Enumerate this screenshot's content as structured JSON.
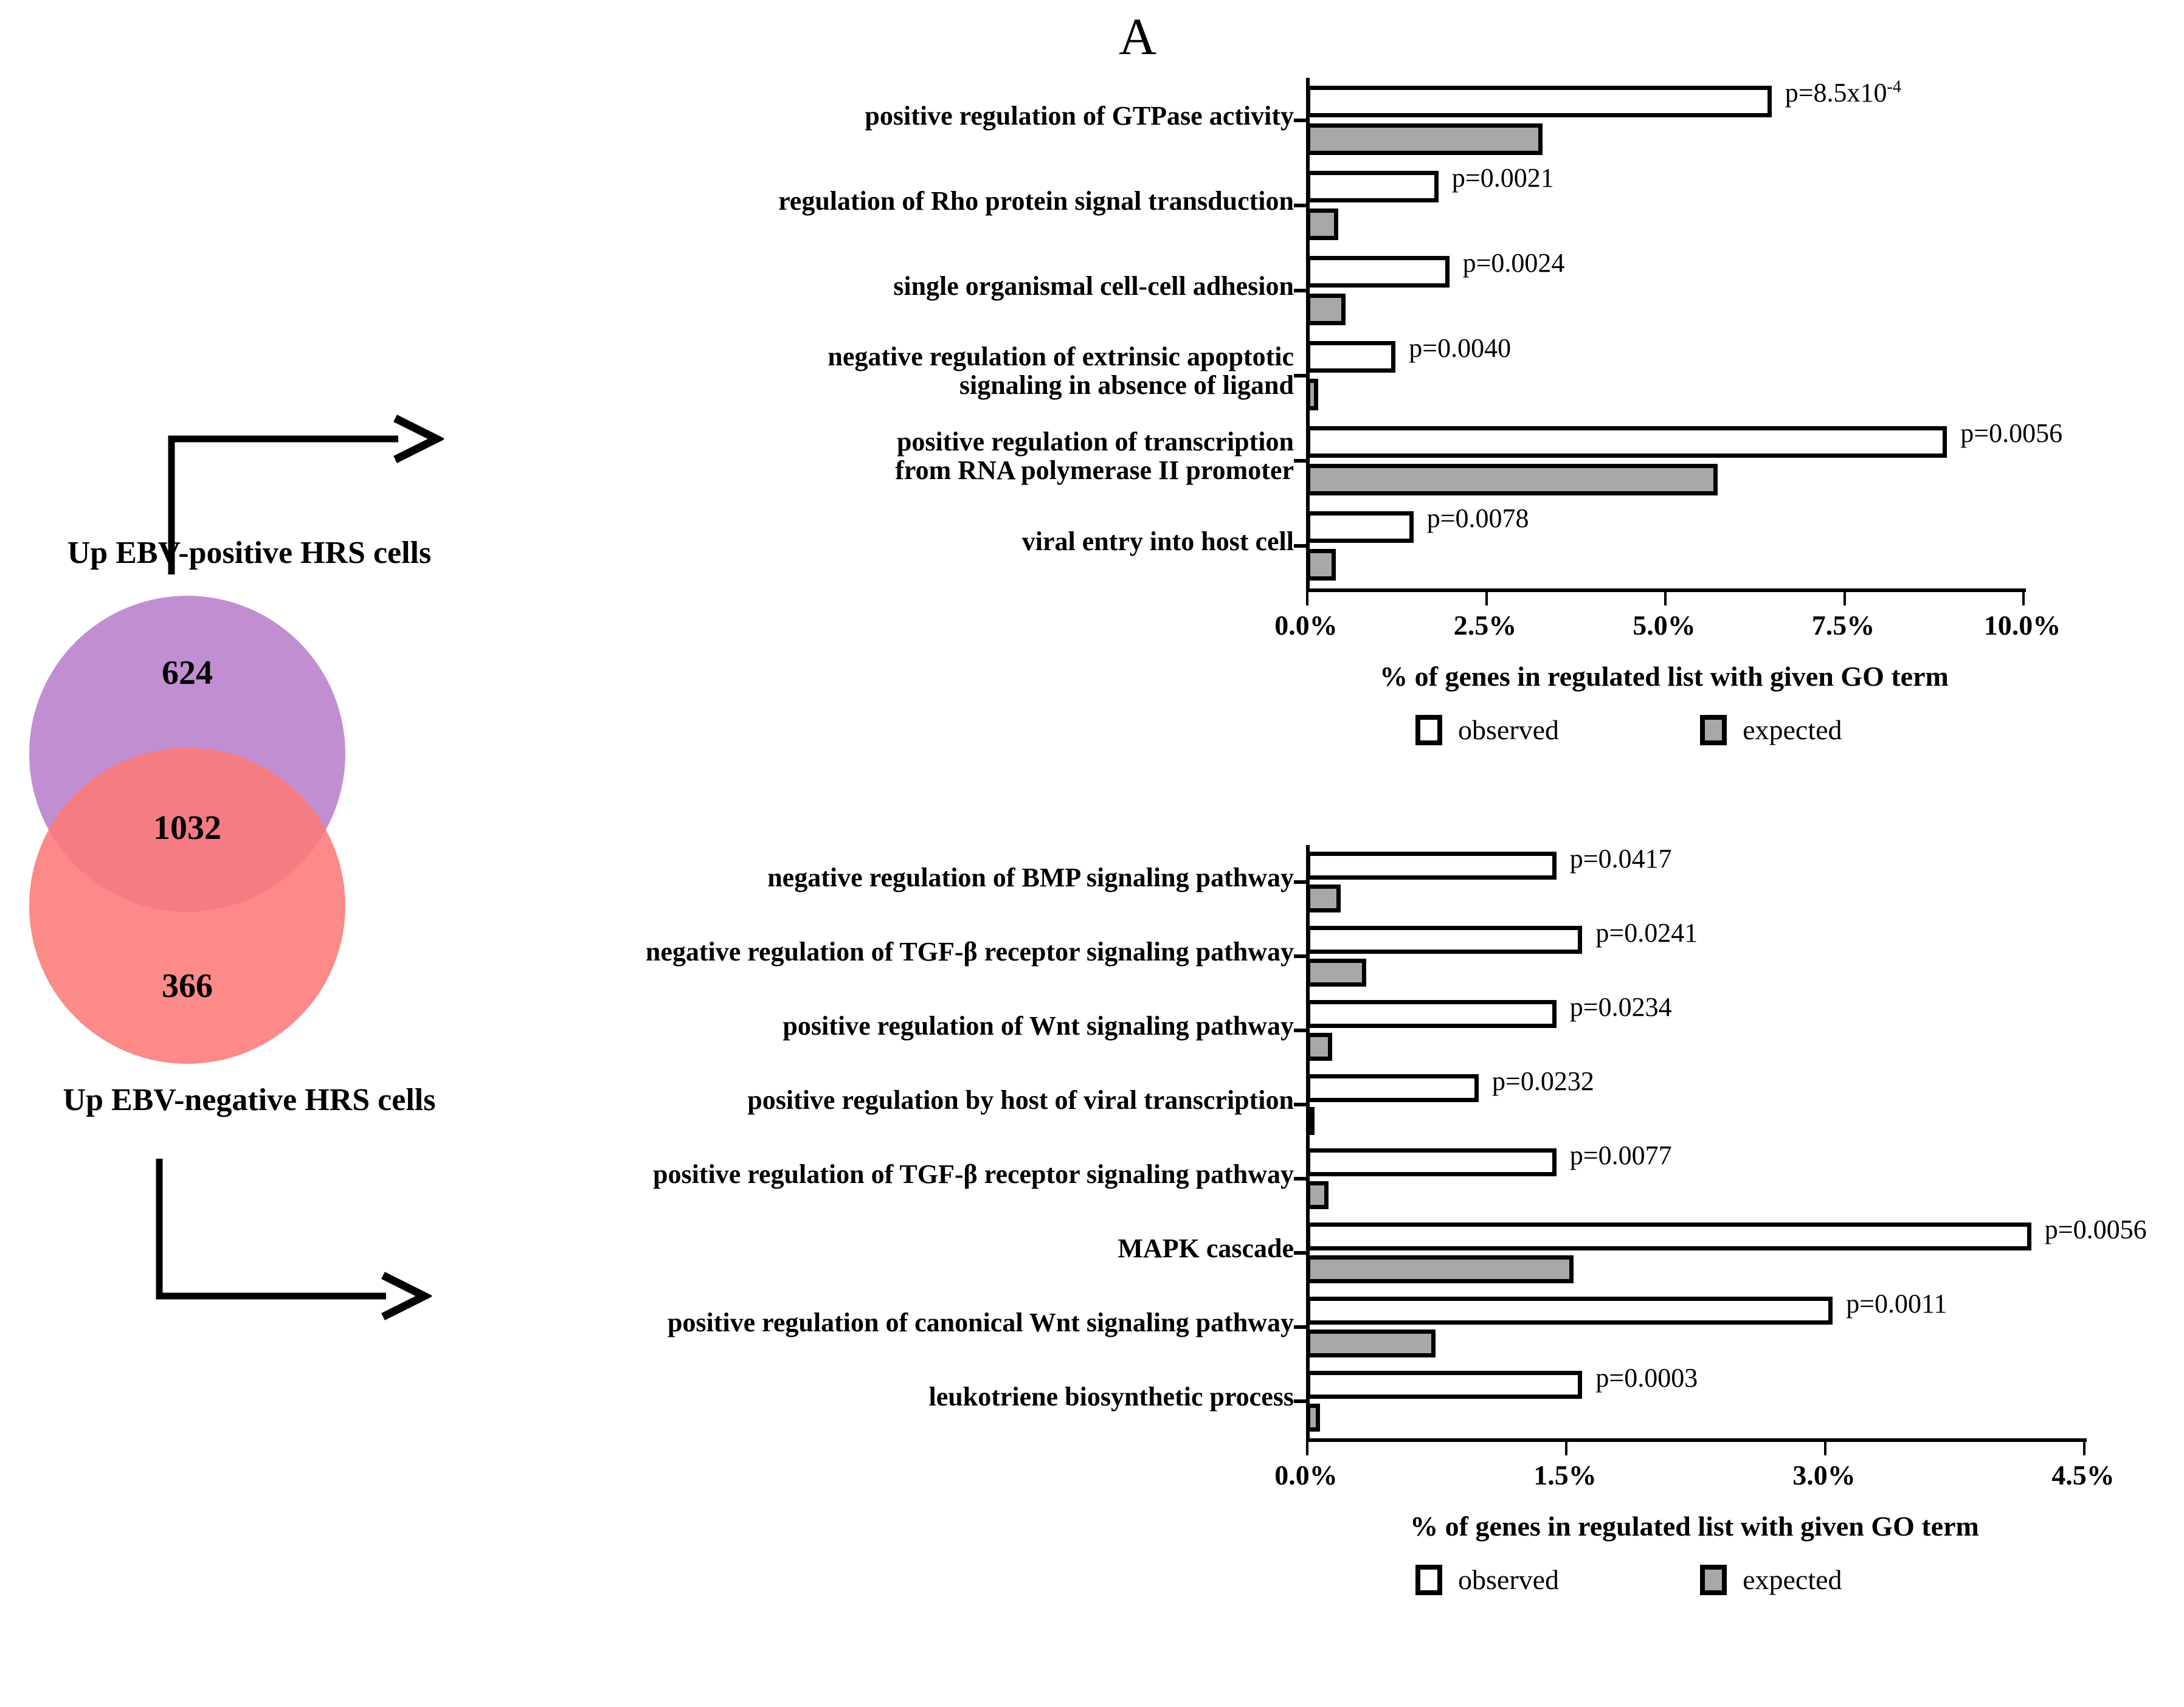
{
  "panel": {
    "letter": "A"
  },
  "venn": {
    "title_top": "Up EBV-positive HRS cells",
    "title_bottom": "Up EBV-negative HRS cells",
    "only_top": "624",
    "intersection": "1032",
    "only_bottom": "366",
    "color_top": "#bd84ce",
    "color_bottom": "#fc7a77",
    "color_overlap": "#c23a7e"
  },
  "legend": {
    "observed": "observed",
    "expected": "expected"
  },
  "chart_data": [
    {
      "id": "top",
      "type": "bar",
      "orientation": "horizontal",
      "title": "",
      "xlabel": "% of genes in regulated list with given GO term",
      "ylabel": "",
      "xlim": [
        0,
        10
      ],
      "xticks": [
        "0.0%",
        "2.5%",
        "5.0%",
        "7.5%",
        "10.0%"
      ],
      "xtickvals": [
        0,
        2.5,
        5.0,
        7.5,
        10.0
      ],
      "grid": false,
      "legend_position": "bottom",
      "categories": [
        "positive regulation of GTPase activity",
        "regulation of Rho protein signal transduction",
        "single organismal cell-cell adhesion",
        "negative regulation of extrinsic apoptotic\nsignaling in absence of ligand",
        "positive regulation of transcription\nfrom RNA polymerase II promoter",
        "viral entry into host cell"
      ],
      "series": [
        {
          "name": "observed",
          "values": [
            6.5,
            1.85,
            2.0,
            1.25,
            8.95,
            1.5
          ]
        },
        {
          "name": "expected",
          "values": [
            3.3,
            0.45,
            0.55,
            0.17,
            5.75,
            0.42
          ]
        }
      ],
      "annotations": [
        {
          "text": "p=8.5x10",
          "sup": "-4"
        },
        {
          "text": "p=0.0021",
          "sup": ""
        },
        {
          "text": "p=0.0024",
          "sup": ""
        },
        {
          "text": "p=0.0040",
          "sup": ""
        },
        {
          "text": "p=0.0056",
          "sup": ""
        },
        {
          "text": "p=0.0078",
          "sup": ""
        }
      ]
    },
    {
      "id": "bottom",
      "type": "bar",
      "orientation": "horizontal",
      "title": "",
      "xlabel": "% of genes in regulated list with given GO term",
      "ylabel": "",
      "xlim": [
        0,
        4.5
      ],
      "xticks": [
        "0.0%",
        "1.5%",
        "3.0%",
        "4.5%"
      ],
      "xtickvals": [
        0,
        1.5,
        3.0,
        4.5
      ],
      "grid": false,
      "legend_position": "bottom",
      "categories": [
        "negative regulation of BMP signaling pathway",
        "negative regulation of TGF-β receptor signaling pathway",
        "positive regulation of Wnt signaling pathway",
        "positive regulation by host of viral transcription",
        "positive regulation of TGF-β receptor signaling pathway",
        "MAPK cascade",
        "positive regulation of canonical Wnt signaling pathway",
        "leukotriene biosynthetic process"
      ],
      "series": [
        {
          "name": "observed",
          "values": [
            1.45,
            1.6,
            1.45,
            1.0,
            1.45,
            4.2,
            3.05,
            1.6
          ]
        },
        {
          "name": "expected",
          "values": [
            0.2,
            0.35,
            0.15,
            0.05,
            0.13,
            1.55,
            0.75,
            0.08
          ]
        }
      ],
      "annotations": [
        {
          "text": "p=0.0417",
          "sup": ""
        },
        {
          "text": "p=0.0241",
          "sup": ""
        },
        {
          "text": "p=0.0234",
          "sup": ""
        },
        {
          "text": "p=0.0232",
          "sup": ""
        },
        {
          "text": "p=0.0077",
          "sup": ""
        },
        {
          "text": "p=0.0056",
          "sup": ""
        },
        {
          "text": "p=0.0011",
          "sup": ""
        },
        {
          "text": "p=0.0003",
          "sup": ""
        }
      ]
    }
  ]
}
